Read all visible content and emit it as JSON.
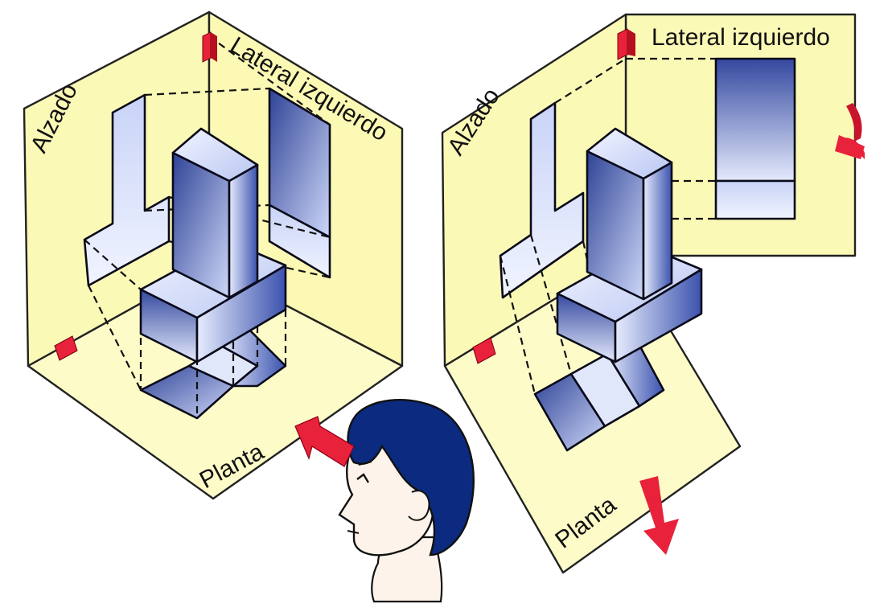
{
  "left_figure": {
    "labels": {
      "elevation": "Alzado",
      "side": "Lateral izquierdo",
      "plan": "Planta"
    }
  },
  "right_figure": {
    "labels": {
      "elevation": "Alzado",
      "side": "Lateral izquierdo",
      "plan": "Planta"
    }
  },
  "colors": {
    "plane_fill": "#fbf9b6",
    "plane_fill_light": "#fdfcd0",
    "solid_dark": "#3f57b3",
    "solid_light": "#dfe6fb",
    "marker_red": "#e8223a",
    "hair": "#0b2a80",
    "skin": "#fdf3ea"
  },
  "icons": {
    "viewer": "person-head-icon",
    "view_direction": "red-arrow-icon",
    "rotation_side": "rotate-arrow-icon",
    "rotation_plan": "down-arrow-icon",
    "hinge": "red-marker-icon"
  }
}
